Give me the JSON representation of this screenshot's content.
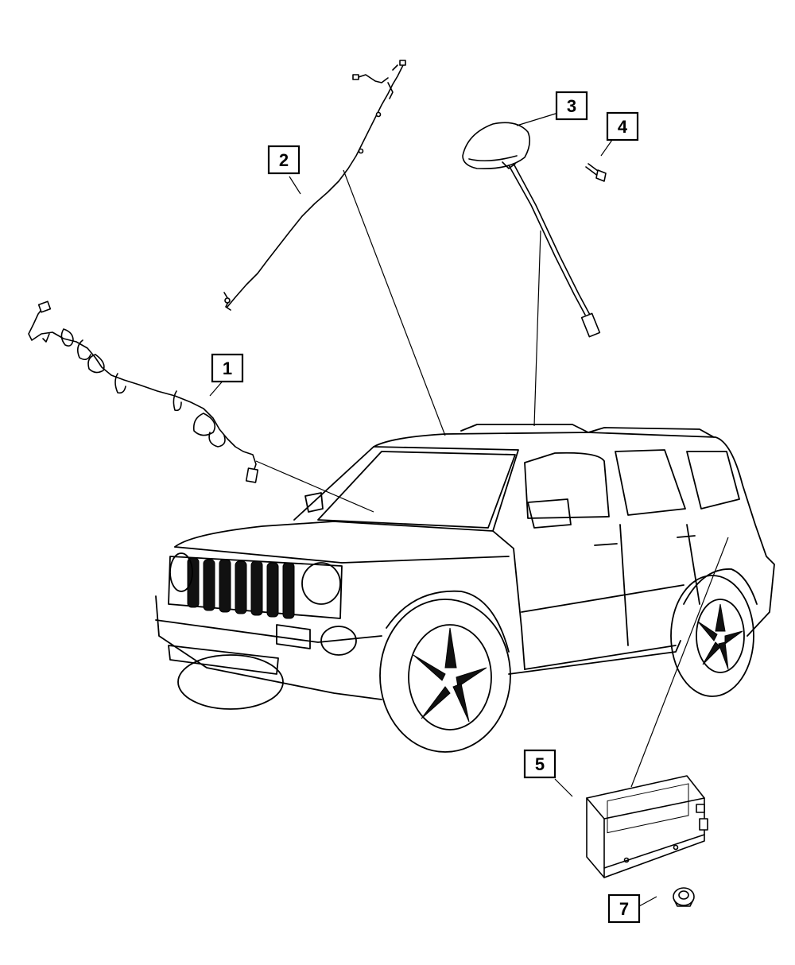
{
  "callouts": [
    {
      "id": "1",
      "label": "1"
    },
    {
      "id": "2",
      "label": "2"
    },
    {
      "id": "3",
      "label": "3"
    },
    {
      "id": "4",
      "label": "4"
    },
    {
      "id": "5",
      "label": "5"
    },
    {
      "id": "7",
      "label": "7"
    }
  ],
  "colors": {
    "line": "#000000",
    "background": "#ffffff"
  }
}
